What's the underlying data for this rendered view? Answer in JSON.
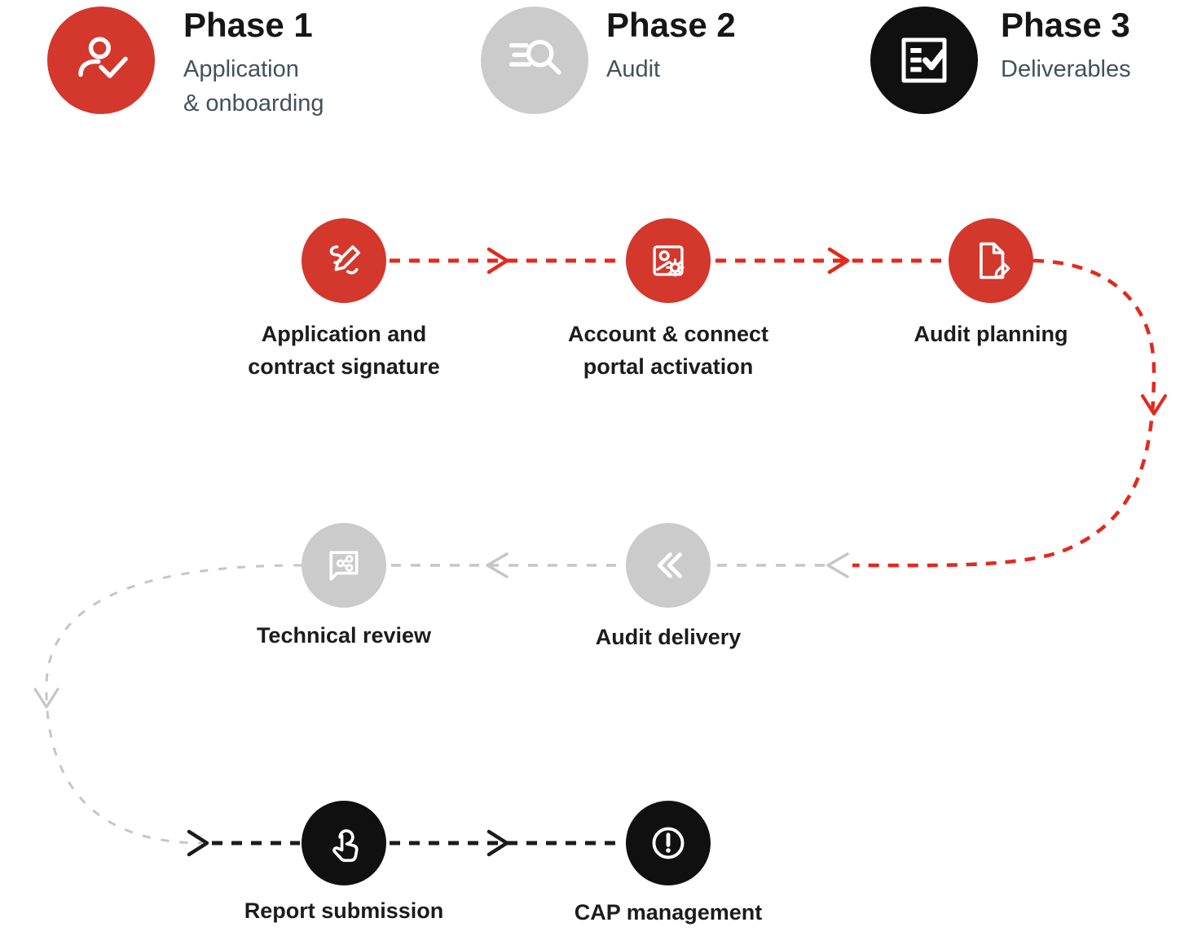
{
  "colors": {
    "red": "#d4372c",
    "red_arrow": "#e3291d",
    "gray": "#cbcbcb",
    "gray_arrow": "#c6c6c6",
    "black": "#101010",
    "black_arrow": "#1b1b1b",
    "phase_title": "#161616",
    "phase_subtitle": "#42515e",
    "step_label": "#1c1c1c",
    "background": "#ffffff"
  },
  "phases": [
    {
      "title": "Phase 1",
      "subtitle": "Application\n& onboarding",
      "icon": "user-check-icon"
    },
    {
      "title": "Phase 2",
      "subtitle": "Audit",
      "icon": "search-icon"
    },
    {
      "title": "Phase 3",
      "subtitle": "Deliverables",
      "icon": "checklist-icon"
    }
  ],
  "steps": [
    {
      "label": "Application and\ncontract signature",
      "icon": "signature-icon"
    },
    {
      "label": "Account & connect\nportal activation",
      "icon": "account-portal-icon"
    },
    {
      "label": "Audit planning",
      "icon": "document-edit-icon"
    },
    {
      "label": "Audit delivery",
      "icon": "double-chevron-left-icon"
    },
    {
      "label": "Technical review",
      "icon": "comment-share-icon"
    },
    {
      "label": "Report submission",
      "icon": "tap-icon"
    },
    {
      "label": "CAP management",
      "icon": "alert-circle-icon"
    }
  ]
}
